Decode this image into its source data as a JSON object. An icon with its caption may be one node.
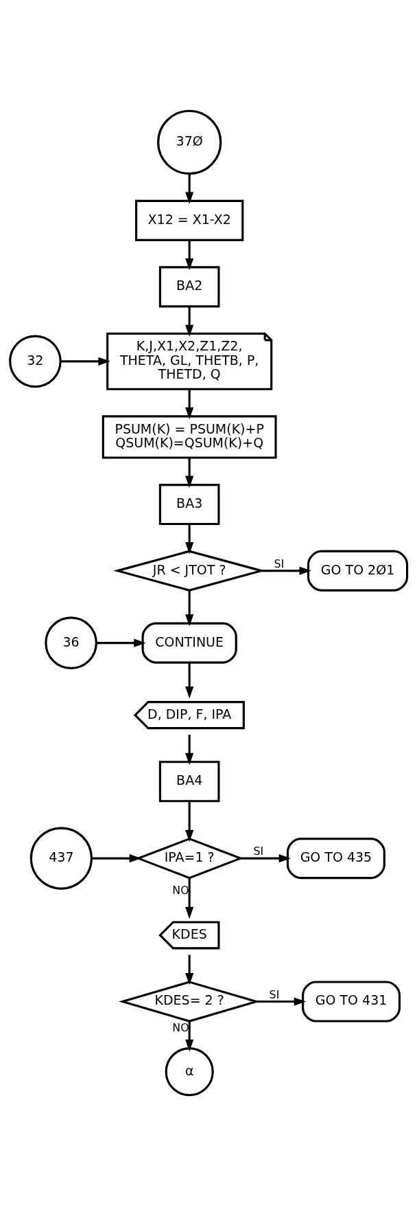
{
  "diagram": {
    "nodes": [
      {
        "text": [
          "37Ø"
        ]
      },
      {
        "text": [
          "X12 = X1-X2"
        ]
      },
      {
        "text": [
          "BA2"
        ]
      },
      {
        "text": [
          "32"
        ]
      },
      {
        "text": [
          "K,J,X1,X2,Z1,Z2, THETA, GL, THETB, P, THETD, Q"
        ]
      },
      {
        "text": [
          "PSUM(K) = PSUM(K)+P QSUM(K)=QSUM(K)+Q"
        ]
      },
      {
        "text": [
          "BA3"
        ]
      },
      {
        "text": [
          "JR < JTOT ?"
        ]
      },
      {
        "text": [
          "GO TO 2Ø1"
        ]
      },
      {
        "text": [
          "36"
        ]
      },
      {
        "text": [
          "CONTINUE"
        ]
      },
      {
        "text": [
          "D, DIP, F, IPA"
        ]
      },
      {
        "text": [
          "BA4"
        ]
      },
      {
        "text": [
          "437"
        ]
      },
      {
        "text": [
          "IPA=1 ?"
        ]
      },
      {
        "text": [
          "GO TO 435"
        ]
      },
      {
        "text": [
          "KDES"
        ]
      },
      {
        "text": [
          "KDES= 2 ?"
        ]
      },
      {
        "text": [
          "GO TO 431"
        ]
      },
      {
        "text": [
          "α"
        ]
      }
    ],
    "edges": [
      {
        "from": 0,
        "to": 1,
        "arrow": "to"
      },
      {
        "from": 1,
        "to": 2,
        "arrow": "to"
      },
      {
        "from": 2,
        "to": 4,
        "arrow": "to"
      },
      {
        "from": 3,
        "to": 4,
        "arrow": "to"
      },
      {
        "from": 4,
        "to": 5,
        "arrow": "to"
      },
      {
        "from": 5,
        "to": 6,
        "arrow": "to"
      },
      {
        "from": 6,
        "to": 7,
        "arrow": "to"
      },
      {
        "from": 7,
        "to": 8,
        "arrow": "to",
        "label": "SI"
      },
      {
        "from": 7,
        "to": 10,
        "arrow": "to"
      },
      {
        "from": 9,
        "to": 10,
        "arrow": "to"
      },
      {
        "from": 10,
        "to": 11,
        "arrow": "to"
      },
      {
        "from": 11,
        "to": 12,
        "arrow": "to"
      },
      {
        "from": 12,
        "to": 14,
        "arrow": "to"
      },
      {
        "from": 13,
        "to": 14,
        "arrow": "to"
      },
      {
        "from": 14,
        "to": 15,
        "arrow": "to",
        "label": "SI"
      },
      {
        "from": 14,
        "to": 16,
        "arrow": "to",
        "label": "NO"
      },
      {
        "from": 16,
        "to": 17,
        "arrow": "to"
      },
      {
        "from": 17,
        "to": 18,
        "arrow": "to",
        "label": "SI"
      },
      {
        "from": 17,
        "to": 19,
        "arrow": "to",
        "label": "NO"
      }
    ]
  }
}
